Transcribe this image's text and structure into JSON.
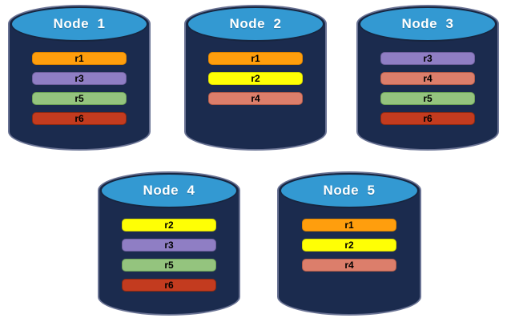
{
  "diagram": {
    "type": "database-replication-nodes",
    "nodes": [
      {
        "label": "Node  1",
        "replicas": [
          "r1",
          "r3",
          "r5",
          "r6"
        ]
      },
      {
        "label": "Node  2",
        "replicas": [
          "r1",
          "r2",
          "r4"
        ]
      },
      {
        "label": "Node  3",
        "replicas": [
          "r3",
          "r4",
          "r5",
          "r6"
        ]
      },
      {
        "label": "Node  4",
        "replicas": [
          "r2",
          "r3",
          "r5",
          "r6"
        ]
      },
      {
        "label": "Node  5",
        "replicas": [
          "r1",
          "r2",
          "r4"
        ]
      }
    ],
    "replica_colors": {
      "r1": {
        "fill": "#ff9e0d",
        "border": "#e08600"
      },
      "r2": {
        "fill": "#ffff05",
        "border": "#d9d900"
      },
      "r3": {
        "fill": "#8f7ec4",
        "border": "#71619f"
      },
      "r4": {
        "fill": "#dc7e6b",
        "border": "#b65e4b"
      },
      "r5": {
        "fill": "#94c47e",
        "border": "#6fa458"
      },
      "r6": {
        "fill": "#c33b1f",
        "border": "#8e2a12"
      }
    },
    "colors": {
      "background": "#ffffff",
      "cylinder_body": "#1b2b4e",
      "cylinder_outline": "#6a7394",
      "cylinder_top": "#3399d2",
      "cylinder_top_border": "#17253f",
      "node_label": "#ffffff",
      "bar_text": "#000000"
    }
  }
}
